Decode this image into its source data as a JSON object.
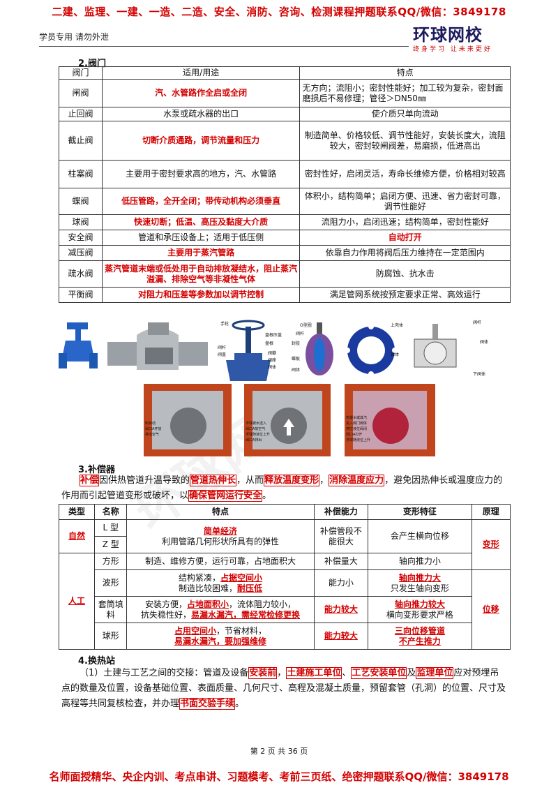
{
  "banner_top": "二建、监理、一建、一造、二造、安全、消防、咨询、检测课程押题联系QQ/微信：3849178",
  "sub_header": "学员专用 请勿外泄",
  "logo": {
    "main": "环球网校",
    "sub": "终身学习 让未来更好"
  },
  "section2_title": "2.阀门",
  "valve_table": {
    "headers": [
      "阀门",
      "适用/用途",
      "特点"
    ],
    "rows": [
      {
        "name": "闸阀",
        "use": "汽、水管路作全启或全闭",
        "feature": "无方向；流阻小；密封性能好；加工较为复杂，密封面磨损后不易修理；管径＞DN50㎜"
      },
      {
        "name": "止回阀",
        "use": "水泵或疏水器的出口",
        "feature": "使介质只单向流动"
      },
      {
        "name": "截止阀",
        "use": "切断介质通路，调节流量和压力",
        "feature": "制造简单、价格较低、调节性能好，安装长度大，流阻较大，密封较闸阀差，易磨损，低进高出"
      },
      {
        "name": "柱塞阀",
        "use": "主要用于密封要求高的地方，汽、水管路",
        "feature": "密封性好，启闭灵活，寿命长维修方便，价格相对较高"
      },
      {
        "name": "蝶阀",
        "use": "低压管路，全开全闭；带传动机构必须垂直",
        "feature": "体积小，结构简单；启闭方便、迅速、省力密封可靠，调节性能好"
      },
      {
        "name": "球阀",
        "use": "快速切断；低温、高压及黏度大介质",
        "feature": "流阻力小，启闭迅速；结构简单，密封性能好"
      },
      {
        "name": "安全阀",
        "use": "管道和承压设备上；适用于低压侧",
        "feature": "自动打开"
      },
      {
        "name": "减压阀",
        "use": "主要用于蒸汽管路",
        "feature": "依靠自力作用将阀后压力维持在一定范围内"
      },
      {
        "name": "疏水阀",
        "use": "蒸汽管道末端或低处用于自动排放凝结水，阻止蒸汽溢漏、排除空气等非凝性气体",
        "feature": "防腐蚀、抗水击"
      },
      {
        "name": "平衡阀",
        "use": "对阻力和压差等参数加以调节控制",
        "feature": "满足管网系统按预定要求正常、高效运行"
      }
    ]
  },
  "valve_image_labels": {
    "globe": [
      "手轮",
      "盘根压盖",
      "盘根",
      "阀杆",
      "阀盖",
      "阀瓣",
      "阀座",
      "阀体"
    ],
    "butterfly": [
      "O型圈",
      "阀杆",
      "封胶",
      "蝶板",
      "阀体"
    ],
    "ball": [
      "上壳体",
      "阀杆",
      "阀体",
      "球体",
      "下阀体"
    ],
    "trap1": [
      "刚启动",
      "阀口A开放",
      "排出空气"
    ],
    "trap2": [
      "浮球被水送入",
      "阀口A放空气",
      "浮球随液位上升",
      "阀口A排出"
    ],
    "trap3": [
      "热凝水或其汽",
      "进入阀门阀体",
      "感应液位阀闭",
      "阀口A打开",
      "浮球随液位上升"
    ]
  },
  "section3_title": "3.补偿器",
  "section3_para": {
    "t1": "补偿",
    "t2": "因供热管道升温导致的",
    "t3": "管道热伸长",
    "t4": "，从而",
    "t5": "释放温度变形",
    "t6": "，",
    "t7": "消除温度应力",
    "t8": "，避免因热伸长或温度应力的作用而引起管道变形或破坏，以",
    "t9": "确保管网运行安全",
    "t10": "。"
  },
  "comp_table": {
    "headers": [
      "类型",
      "名称",
      "特点",
      "补偿能力",
      "变形特征",
      "原理"
    ],
    "natural_label": "自然",
    "artificial_label": "人工",
    "l_name": "L 型",
    "z_name": "Z 型",
    "natural_feature_red": "简单经济",
    "natural_feature": "利用管路几何形状所具有的弹性",
    "natural_capacity": "补偿管段不能很大",
    "natural_deform": "会产生横向位移",
    "principle_deform": "变形",
    "principle_move": "位移",
    "square": {
      "name": "方形",
      "feature": "制造、维修方便，运行可靠，占地面积大",
      "capacity": "补偿量大",
      "deform": "轴向推力小"
    },
    "wave": {
      "name": "波形",
      "f1": "结构紧凑，",
      "f1r": "占据空间小",
      "f2": "制造比较困难，",
      "f2r": "耐压低",
      "capacity": "能力小",
      "d1": "轴向推力大",
      "d2": "只发生轴向变形"
    },
    "sleeve": {
      "name": "套筒填料",
      "f1": "安装方便，",
      "f1r": "占地面积小",
      "f1b": "，流体阻力较小，",
      "f2": "抗失稳性好，",
      "f2r": "易漏水漏汽，需经常检修更换",
      "capacity": "能力较大",
      "d1": "轴向推力较大",
      "d2": "横向变形要求严格"
    },
    "ball": {
      "name": "球形",
      "f1r": "占用空间小",
      "f1": "，节省材料，",
      "f2r": "易漏水漏汽，要加强维修",
      "capacity": "能力较大",
      "d1": "三向位移管道",
      "d2": "不产生推力"
    }
  },
  "section4_title": "4.换热站",
  "section4_para": {
    "a": "（1）土建与工艺之间的交接：管道及设备",
    "b": "安装前",
    "c": "，",
    "d": "土建施工单位",
    "e": "、",
    "f": "工艺安装单位",
    "g": "及",
    "h": "监理单位",
    "i": "应对预埋吊点的数量及位置，设备基础位置、表面质量、几何尺寸、高程及混凝土质量，预留套管（孔洞）的位置、尺寸及高程等共同复核检查，并办理",
    "j": "书面交验手续",
    "k": "。"
  },
  "page_number": "第 2 页 共 36 页",
  "banner_bottom": "名师面授精华、央企内训、考点串讲、习题模考、考前三页纸、绝密押题联系QQ/微信：3849178",
  "watermark": "环球网校"
}
